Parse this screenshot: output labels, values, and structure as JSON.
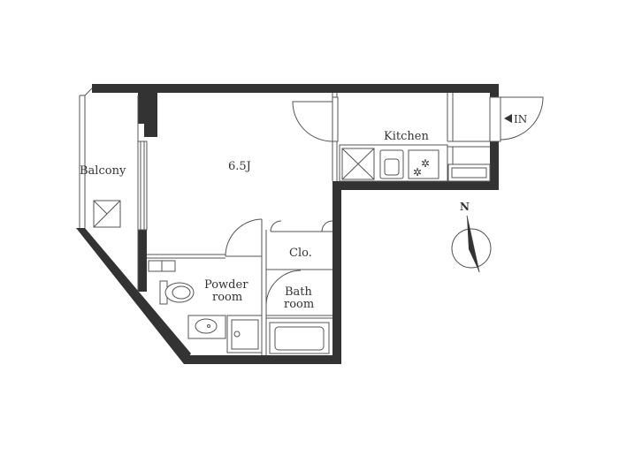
{
  "rooms": {
    "balcony": "Balcony",
    "living": "6.5J",
    "kitchen": "Kitchen",
    "closet": "Clo.",
    "powder_line1": "Powder",
    "powder_line2": "room",
    "bath_line1": "Bath",
    "bath_line2": "room"
  },
  "entrance": {
    "label": "IN",
    "arrow": "triangle-left-icon"
  },
  "compass": {
    "label": "N",
    "icon": "north-arrow-icon"
  },
  "colors": {
    "wall": "#333333",
    "line": "#555555",
    "background": "#ffffff"
  }
}
